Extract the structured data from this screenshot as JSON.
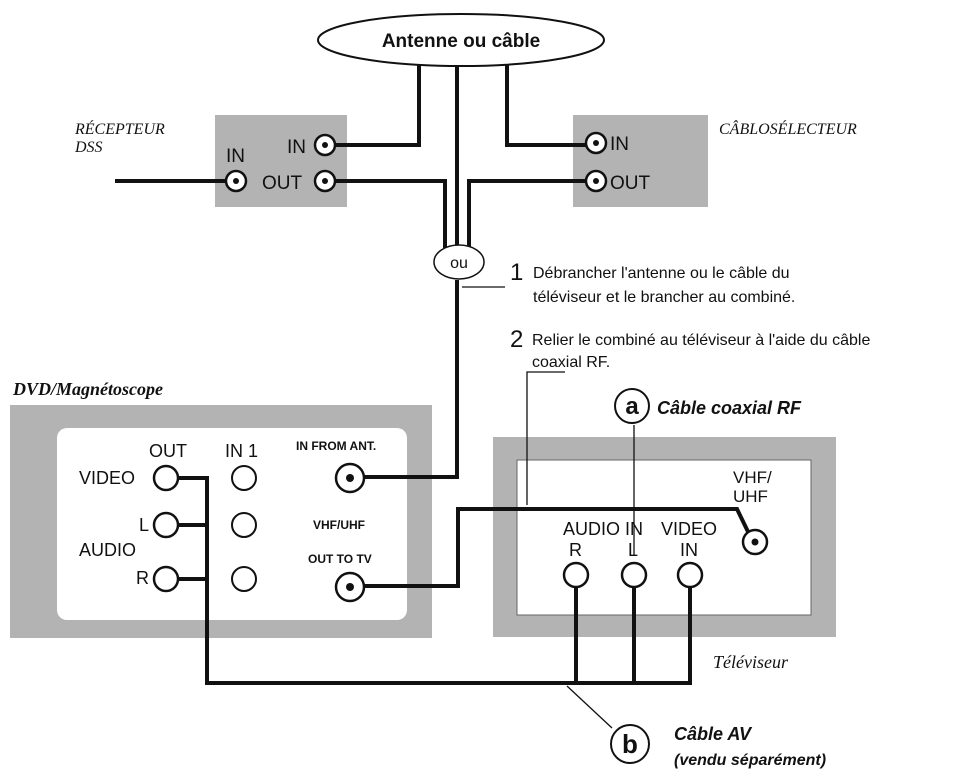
{
  "source": {
    "label": "Antenne ou câble"
  },
  "dss": {
    "label_line1": "RÉCEPTEUR",
    "label_line2": "DSS",
    "in_label": "IN",
    "in2_label": "IN",
    "out_label": "OUT"
  },
  "cable_box": {
    "label": "CÂBLOSÉLECTEUR",
    "in_label": "IN",
    "out_label": "OUT"
  },
  "splitter": {
    "label": "ou"
  },
  "steps": [
    {
      "number": "1",
      "line1": "Débrancher l'antenne ou le câble du",
      "line2": "téléviseur et le brancher au combiné."
    },
    {
      "number": "2",
      "line1": "Relier le combiné au téléviseur à l'aide du câble",
      "line2": "coaxial RF."
    }
  ],
  "dvd": {
    "title": "DVD/Magnétoscope",
    "out_label": "OUT",
    "in1_label": "IN 1",
    "video_label": "VIDEO",
    "audio_label": "AUDIO",
    "l_label": "L",
    "r_label": "R",
    "in_from_ant": "IN FROM ANT.",
    "vhf_uhf": "VHF/UHF",
    "out_to_tv": "OUT TO TV"
  },
  "tv": {
    "label": "Téléviseur",
    "vhf_line1": "VHF/",
    "vhf_line2": "UHF",
    "audio_in": "AUDIO IN",
    "r_label": "R",
    "l_label": "L",
    "video_line1": "VIDEO",
    "video_line2": "IN"
  },
  "callouts": {
    "a": {
      "letter": "a",
      "text": "Câble coaxial RF"
    },
    "b": {
      "letter": "b",
      "line1": "Câble AV",
      "line2": "(vendu séparément)"
    }
  },
  "colors": {
    "box_gray": "#b3b3b3",
    "wire": "#111111",
    "panel": "#ffffff"
  }
}
